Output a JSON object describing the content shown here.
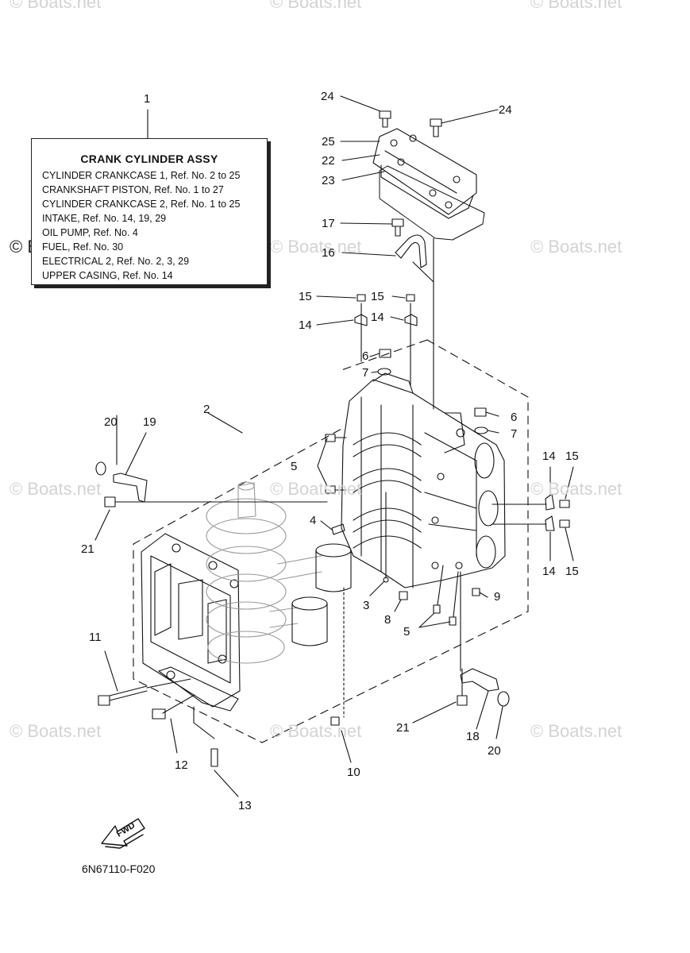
{
  "watermarks": {
    "text": "© Boats.net"
  },
  "assy_box": {
    "ref_no": "1",
    "title": "CRANK CYLINDER ASSY",
    "lines": [
      "CYLINDER CRANKCASE 1,  Ref. No. 2 to 25",
      "CRANKSHAFT PISTON,  Ref. No. 1 to 27",
      "CYLINDER CRANKCASE 2,  Ref. No. 1 to 25",
      "INTAKE,  Ref. No. 14, 19, 29",
      "OIL PUMP,  Ref. No. 4",
      "FUEL,  Ref. No. 30",
      "ELECTRICAL 2,  Ref. No. 2, 3, 29",
      "UPPER CASING,  Ref. No. 14"
    ]
  },
  "callouts": {
    "c24a": "24",
    "c24b": "24",
    "c25": "25",
    "c22": "22",
    "c23": "23",
    "c17": "17",
    "c16": "16",
    "c15a": "15",
    "c15b": "15",
    "c14a": "14",
    "c14b": "14",
    "c6a": "6",
    "c7a": "7",
    "c6b": "6",
    "c7b": "7",
    "c2": "2",
    "c20a": "20",
    "c19": "19",
    "c5a": "5",
    "c4": "4",
    "c21a": "21",
    "c14c": "14",
    "c15c": "15",
    "c14d": "14",
    "c15d": "15",
    "c9": "9",
    "c3": "3",
    "c8": "8",
    "c5b": "5",
    "c11": "11",
    "c12": "12",
    "c13": "13",
    "c10": "10",
    "c21b": "21",
    "c18": "18",
    "c20b": "20"
  },
  "fwd_label": "FWD",
  "diagram_code": "6N67110-F020",
  "colors": {
    "ink": "#111111",
    "watermark": "#d3d3d3"
  }
}
